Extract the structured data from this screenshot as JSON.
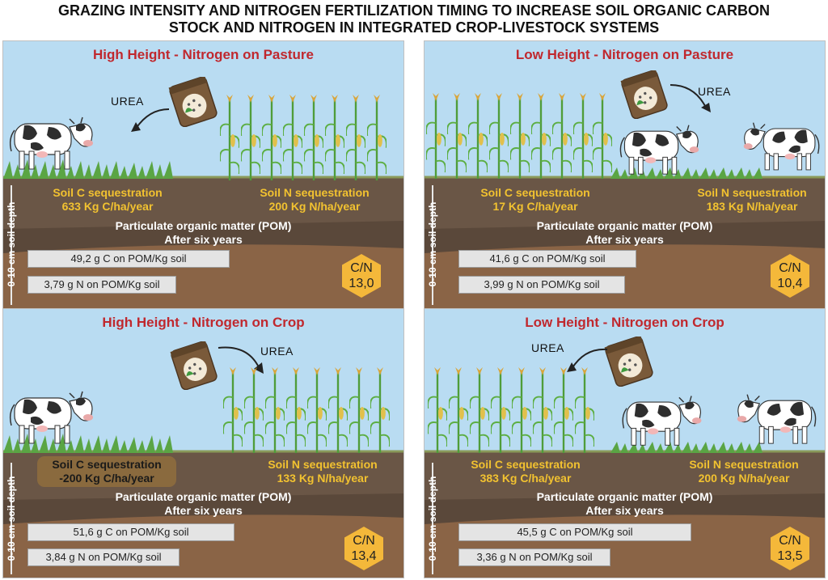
{
  "title_line1": "GRAZING INTENSITY AND NITROGEN FERTILIZATION TIMING TO INCREASE SOIL ORGANIC CARBON",
  "title_line2": "STOCK AND NITROGEN IN INTEGRATED CROP-LIVESTOCK SYSTEMS",
  "depth_label": "0-10 cm soil depth",
  "urea_label": "UREA",
  "pom_line1": "Particulate organic matter (POM)",
  "pom_line2": "After six years",
  "cn_label": "C/N",
  "colors": {
    "title_red": "#c0282e",
    "seq_yellow": "#f2c230",
    "soil": "#6a5646",
    "sky": "#b9dcf2",
    "hex": "#f4b83a"
  },
  "panels": [
    {
      "title": "High Height - Nitrogen on Pasture",
      "soil_c_label": "Soil C sequestration",
      "soil_c_value": "633 Kg C/ha/year",
      "soil_n_label": "Soil N sequestration",
      "soil_n_value": "200 Kg N/ha/year",
      "pom_c": "49,2 g C on POM/Kg soil",
      "pom_n": "3,79 g N on POM/Kg soil",
      "cn_value": "13,0"
    },
    {
      "title": "Low Height - Nitrogen on Pasture",
      "soil_c_label": "Soil C sequestration",
      "soil_c_value": "17 Kg C/ha/year",
      "soil_n_label": "Soil N sequestration",
      "soil_n_value": "183 Kg N/ha/year",
      "pom_c": "41,6 g C on POM/Kg soil",
      "pom_n": "3,99 g N on POM/Kg soil",
      "cn_value": "10,4"
    },
    {
      "title": "High Height - Nitrogen on Crop",
      "soil_c_label": "Soil C sequestration",
      "soil_c_value": "-200 Kg C/ha/year",
      "soil_n_label": "Soil N sequestration",
      "soil_n_value": "133 Kg N/ha/year",
      "pom_c": "51,6 g C on POM/Kg soil",
      "pom_n": "3,84 g N on POM/Kg soil",
      "cn_value": "13,4"
    },
    {
      "title": "Low Height - Nitrogen on Crop",
      "soil_c_label": "Soil C sequestration",
      "soil_c_value": "383 Kg C/ha/year",
      "soil_n_label": "Soil N sequestration",
      "soil_n_value": "200 Kg N/ha/year",
      "pom_c": "45,5 g C on POM/Kg soil",
      "pom_n": "3,36 g N on POM/Kg soil",
      "cn_value": "13,5"
    }
  ]
}
